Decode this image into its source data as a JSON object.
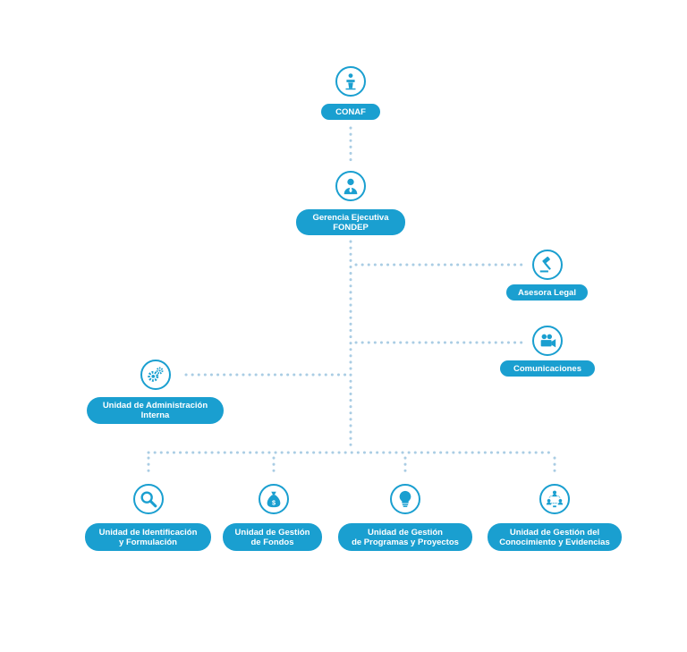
{
  "colors": {
    "primary": "#1a9fd0",
    "connector": "#aacde4",
    "label_text": "#ffffff"
  },
  "nodes": {
    "conaf": {
      "line1": "CONAF",
      "icon": "speaker-podium-icon"
    },
    "gerencia": {
      "line1": "Gerencia Ejecutiva",
      "line2": "FONDEP",
      "icon": "manager-icon"
    },
    "asesora": {
      "line1": "Asesora Legal",
      "icon": "gavel-icon"
    },
    "comunicaciones": {
      "line1": "Comunicaciones",
      "icon": "video-camera-icon"
    },
    "administracion": {
      "line1": "Unidad de Administración",
      "line2": "Interna",
      "icon": "gears-icon"
    },
    "identificacion": {
      "line1": "Unidad de Identificación",
      "line2": "y Formulación",
      "icon": "magnifier-icon"
    },
    "fondos": {
      "line1": "Unidad de Gestión",
      "line2": "de Fondos",
      "icon": "money-bag-icon"
    },
    "programas": {
      "line1": "Unidad de Gestión",
      "line2": "de Programas y Proyectos",
      "icon": "lightbulb-icon"
    },
    "conocimiento": {
      "line1": "Unidad de Gestión del",
      "line2": "Conocimiento y Evidencias",
      "icon": "network-people-icon"
    }
  }
}
